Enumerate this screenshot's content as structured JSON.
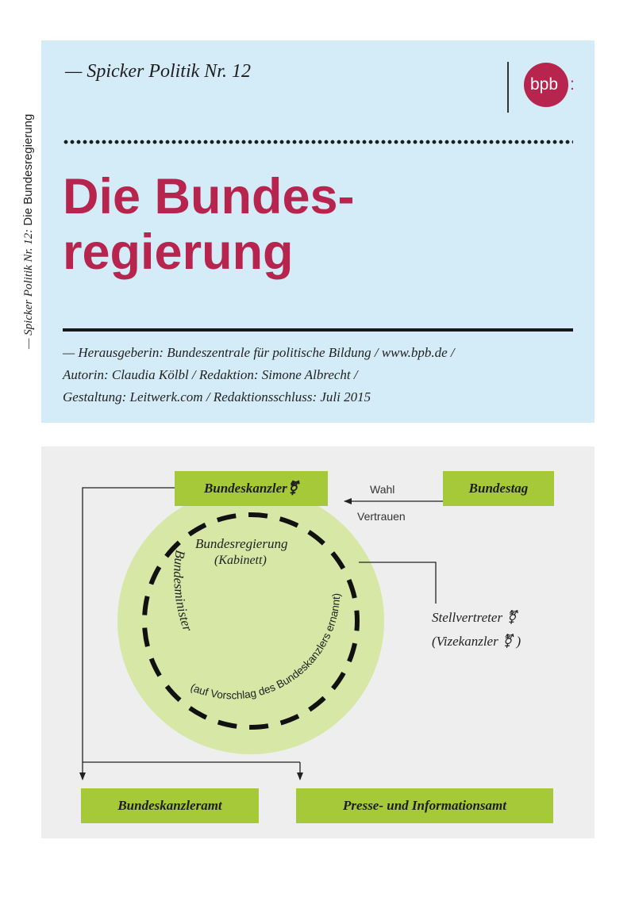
{
  "spine": {
    "series": "— Spicker Politik Nr. 12:",
    "title": "Die Bundesregierung"
  },
  "cover": {
    "series": "— Spicker Politik Nr. 12",
    "logo_text": "bpb",
    "logo_colon": ":",
    "title_line1": "Die Bundes-",
    "title_line2": "regierung",
    "credits": [
      "— Herausgeberin: Bundeszentrale für politische Bildung / www.bpb.de /",
      "Autorin: Claudia Kölbl / Redaktion: Simone Albrecht /",
      "Gestaltung: Leitwerk.com / Redaktionsschluss: Juli 2015"
    ],
    "colors": {
      "background": "#d4ecf7",
      "accent": "#b7244e"
    }
  },
  "diagram": {
    "chancellor": "Bundeskanzler",
    "parliament": "Bundestag",
    "arrow_label_1": "Wahl",
    "arrow_label_2": "Vertrauen",
    "cabinet_title": "Bundesregierung",
    "cabinet_subtitle": "(Kabinett)",
    "ministers_label": "Bundesminister",
    "appointment_label": "(auf Vorschlag des Bundeskanzlers ernannt)",
    "deputy_title": "Stellvertreter",
    "deputy_subtitle": "(Vizekanzler",
    "deputy_subtitle_close": ")",
    "office_1": "Bundeskanzleramt",
    "office_2": "Presse- und Informationsamt",
    "gender_icon": "gender-symbol-icon",
    "colors": {
      "box": "#a6c939",
      "circle": "#d6e7a6",
      "background": "#eeeeee"
    }
  }
}
